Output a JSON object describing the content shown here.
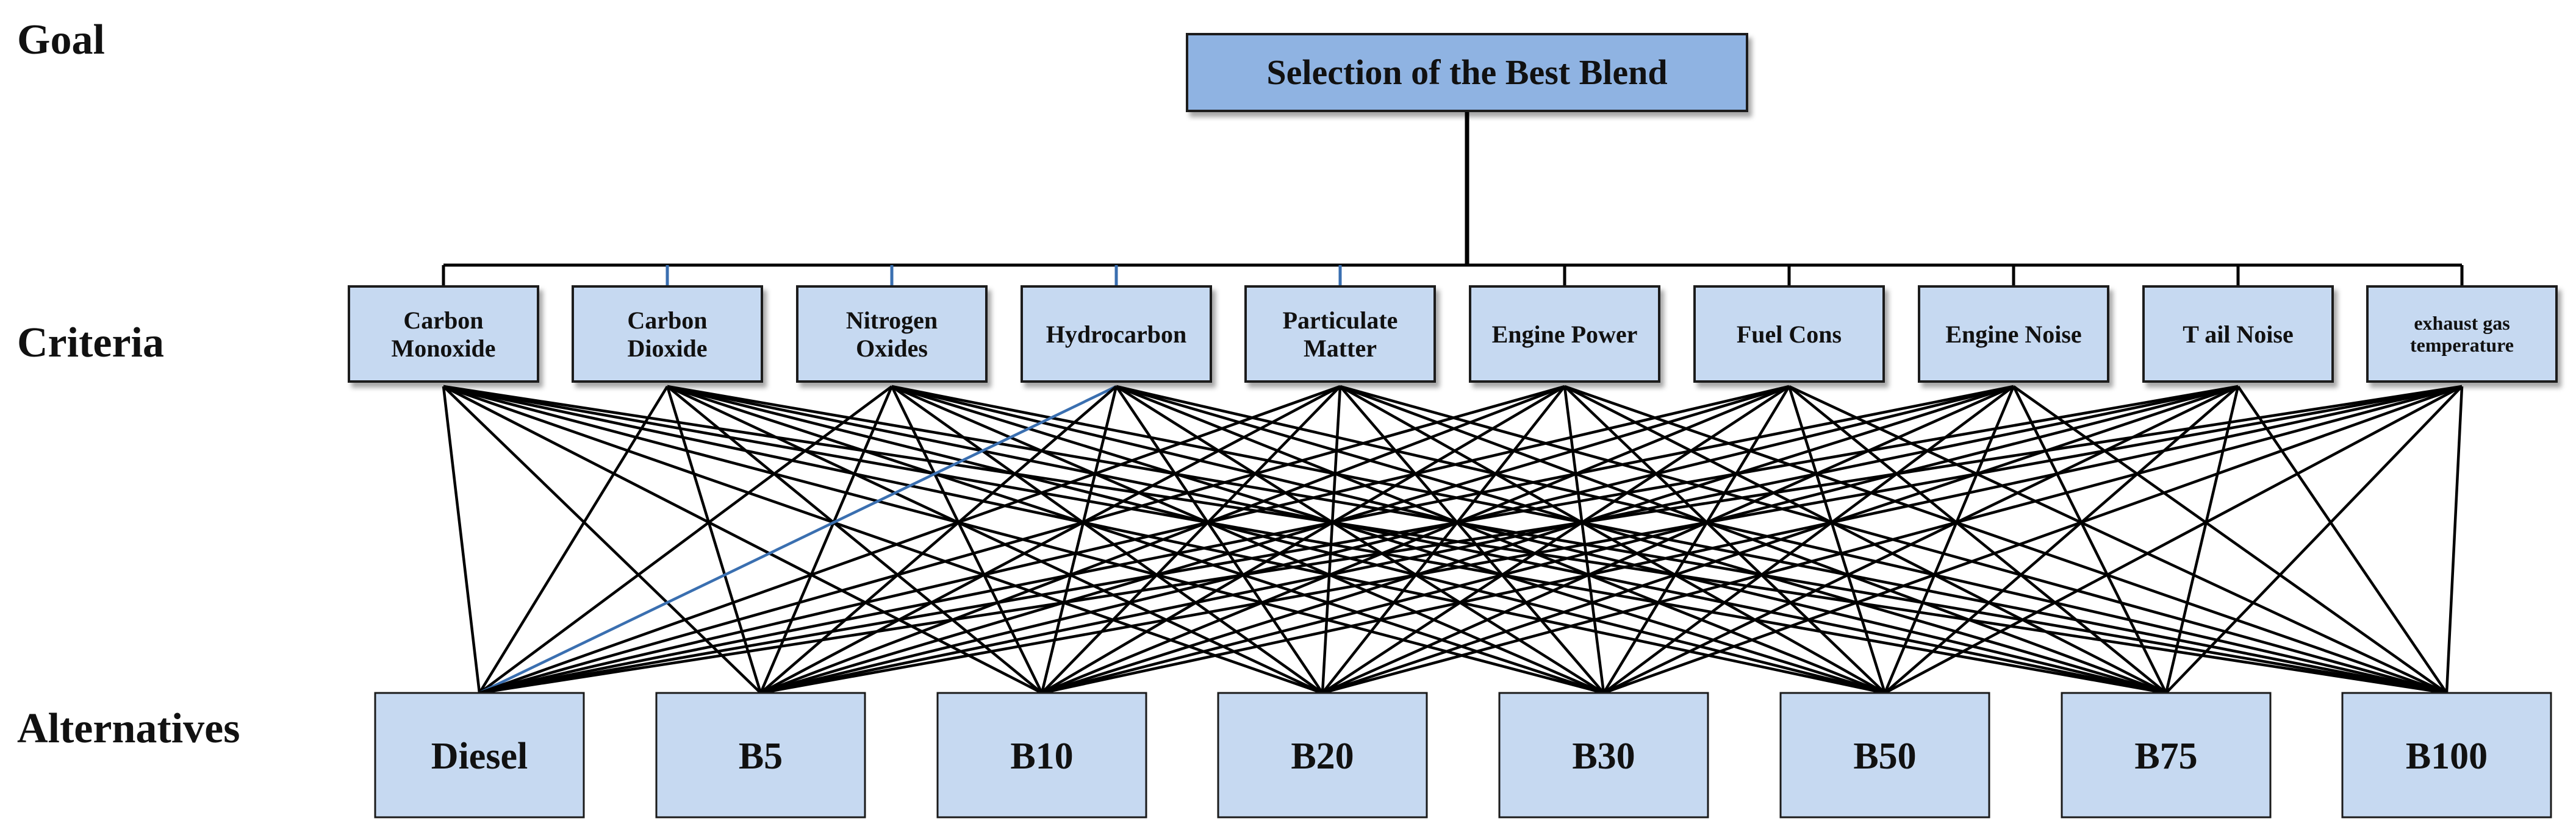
{
  "labels": {
    "goal": "Goal",
    "criteria": "Criteria",
    "alternatives": "Alternatives"
  },
  "goal": "Selection of the Best Blend",
  "criteria": [
    [
      "Carbon",
      "Monoxide"
    ],
    [
      "Carbon",
      "Dioxide"
    ],
    [
      "Nitrogen",
      "Oxides"
    ],
    [
      "Hydrocarbon"
    ],
    [
      "Particulate",
      "Matter"
    ],
    [
      "Engine Power"
    ],
    [
      "Fuel Cons"
    ],
    [
      "Engine Noise"
    ],
    [
      "T ail Noise"
    ],
    [
      "exhaust gas",
      "temperature"
    ]
  ],
  "alternatives": [
    "Diesel",
    "B5",
    "B10",
    "B20",
    "B30",
    "B50",
    "B75",
    "B100"
  ],
  "colors": {
    "goal_fill": "#8fb3e2",
    "criteria_fill": "#c6d9f1",
    "alternative_fill": "#c6d9f1",
    "box_stroke": "#1a1a1a",
    "connector": "#000000",
    "highlight_connector": "#3a6fb0"
  }
}
